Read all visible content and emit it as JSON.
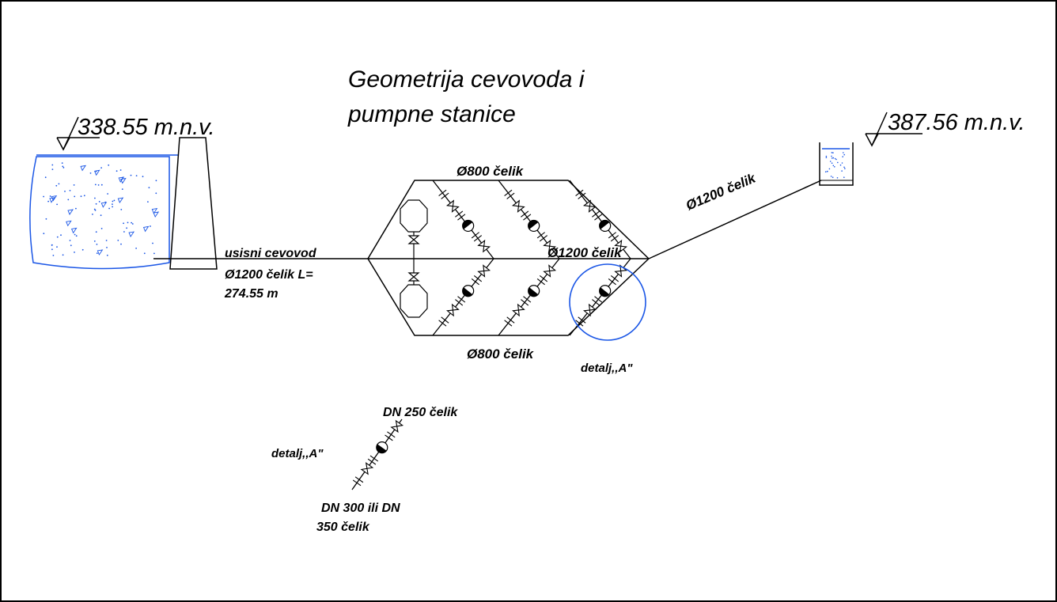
{
  "title": {
    "line1": "Geometrija cevovoda i",
    "line2": "pumpne stanice"
  },
  "elevations": {
    "upstream": "338.55 m.n.v.",
    "downstream": "387.56 m.n.v."
  },
  "pipes": {
    "upper_branch": "Ø800  čelik",
    "lower_branch": "Ø800  čelik",
    "center": "Ø1200  čelik",
    "discharge": "Ø1200  čelik",
    "intake_line1": "usisni cevovod",
    "intake_line2": "Ø1200  čelik  L=",
    "intake_line3": "274.55  m"
  },
  "detail": {
    "circle_label": "detalj,,A\"",
    "label": "detalj,,A\"",
    "upper_pipe": "DN 250  čelik",
    "lower_pipe_line1": "DN 300 ili DN",
    "lower_pipe_line2": "350 čelik"
  },
  "colors": {
    "line": "#000000",
    "water": "#1a56e6",
    "detail_circle": "#1a56e6"
  }
}
